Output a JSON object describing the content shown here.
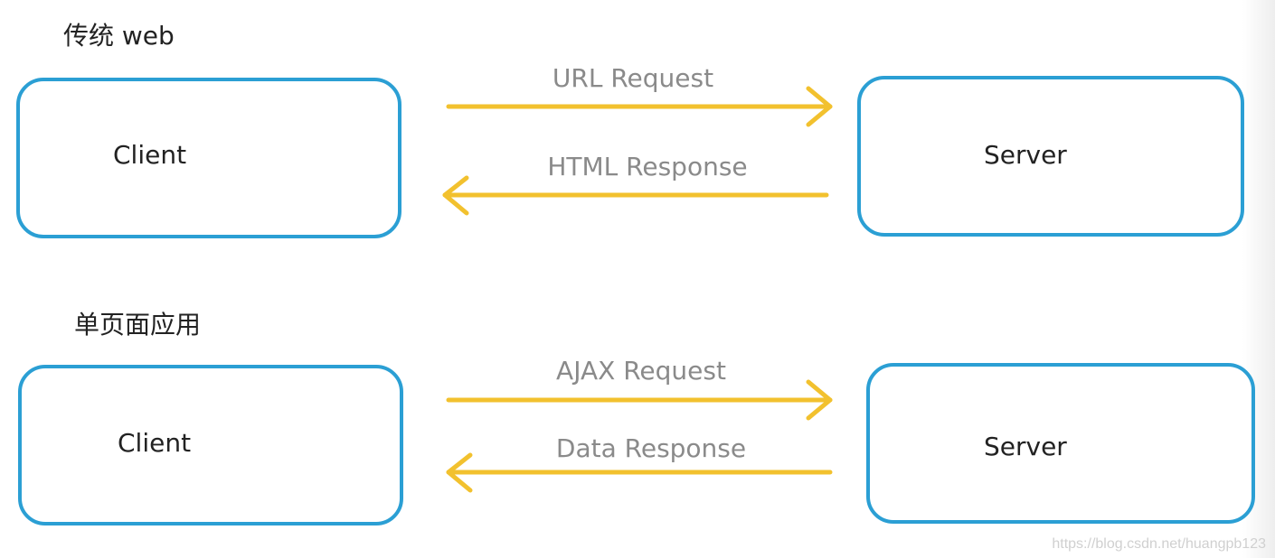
{
  "traditional": {
    "title": "传统 web",
    "client_label": "Client",
    "server_label": "Server",
    "request_label": "URL  Request",
    "response_label": "HTML Response"
  },
  "spa": {
    "title": "单页面应用",
    "client_label": "Client",
    "server_label": "Server",
    "request_label": "AJAX Request",
    "response_label": "Data  Response"
  },
  "watermark": "https://blog.csdn.net/huangpb123",
  "colors": {
    "box_border": "#2b9fd4",
    "arrow": "#f2c12e",
    "label": "#8a8a8a"
  }
}
